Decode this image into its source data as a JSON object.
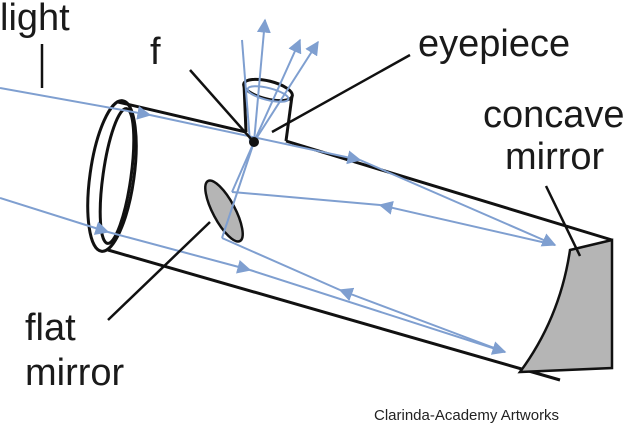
{
  "labels": {
    "light": "light",
    "focus": "f",
    "eyepiece": "eyepiece",
    "concave_line1": "concave",
    "concave_line2": "mirror",
    "flat_line1": "flat",
    "flat_line2": "mirror"
  },
  "credit": "Clarinda-Academy Artworks",
  "colors": {
    "ray": "#7f9fd0",
    "outline": "#111111",
    "mirror_fill": "#b5b5b5",
    "background": "#ffffff"
  }
}
